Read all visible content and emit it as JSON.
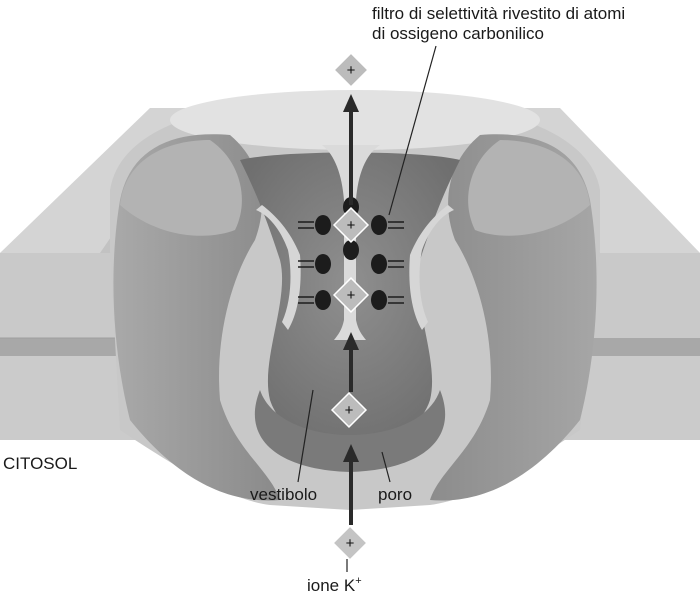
{
  "labels": {
    "filter_line1": "filtro di selettività rivestito di atomi",
    "filter_line2": "di ossigeno carbonilico",
    "citosol": "CITOSOL",
    "vestibolo": "vestibolo",
    "poro": "poro",
    "ion": "ione K",
    "ion_charge": "+"
  },
  "ion_symbol": "+",
  "colors": {
    "membrane_light": "#d4d4d4",
    "membrane_mid": "#bdbdbd",
    "protein_light": "#c6c6c6",
    "protein_dark": "#9a9a9a",
    "pore_dark": "#7d7d7d",
    "ion_diamond": "#b9b9b9",
    "arrow": "#2a2a2a",
    "oxygen": "#1c1c1c"
  }
}
